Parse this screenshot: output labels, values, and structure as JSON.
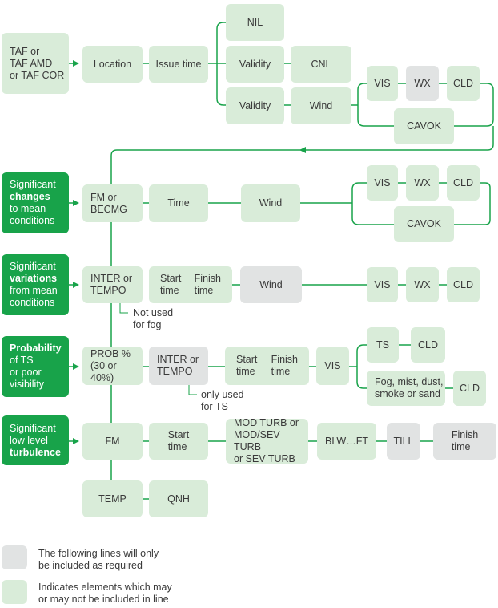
{
  "colors": {
    "line": "#18a34a",
    "box_green": "#d9ecd9",
    "box_grey": "#e1e3e3",
    "header_green": "#18a34a"
  },
  "rows": {
    "taf": {
      "header": "TAF or\nTAF AMD\nor TAF COR",
      "location": "Location",
      "issue_time": "Issue time",
      "nil": "NIL",
      "validity1": "Validity",
      "cnl": "CNL",
      "validity2": "Validity",
      "wind": "Wind",
      "vis": "VIS",
      "wx": "WX",
      "cld": "CLD",
      "cavok": "CAVOK"
    },
    "changes": {
      "header_pre": "Significant",
      "header_bold": "changes",
      "header_post": "to mean\nconditions",
      "fm_becmg": "FM or\nBECMG",
      "time": "Time",
      "wind": "Wind",
      "vis": "VIS",
      "wx": "WX",
      "cld": "CLD",
      "cavok": "CAVOK"
    },
    "variations": {
      "header_pre": "Significant",
      "header_bold": "variations",
      "header_post": "from mean\nconditions",
      "inter_tempo": "INTER or\nTEMPO",
      "start_time": "Start\ntime",
      "finish_time": "Finish\ntime",
      "wind": "Wind",
      "vis": "VIS",
      "wx": "WX",
      "cld": "CLD",
      "note": "Not used\nfor fog"
    },
    "probability": {
      "header_bold": "Probability",
      "header_post": "of TS\nor poor\nvisibility",
      "prob": "PROB %\n(30 or 40%)",
      "inter_tempo": "INTER or\nTEMPO",
      "start_time": "Start\ntime",
      "finish_time": "Finish\ntime",
      "vis": "VIS",
      "ts": "TS",
      "cld1": "CLD",
      "fog": "Fog, mist, dust,\nsmoke or sand",
      "cld2": "CLD",
      "note": "only used\nfor TS"
    },
    "turbulence": {
      "header_pre": "Significant\nlow level",
      "header_bold": "turbulence",
      "fm": "FM",
      "start_time": "Start\ntime",
      "mod_turb": "MOD TURB or\nMOD/SEV TURB\nor SEV TURB",
      "blw": "BLW…FT",
      "till": "TILL",
      "finish_time": "Finish\ntime"
    },
    "temp": {
      "temp": "TEMP",
      "qnh": "QNH"
    }
  },
  "legend": {
    "grey": "The following lines will only\nbe included as required",
    "green": "Indicates elements which may\nor may not be included in line"
  }
}
